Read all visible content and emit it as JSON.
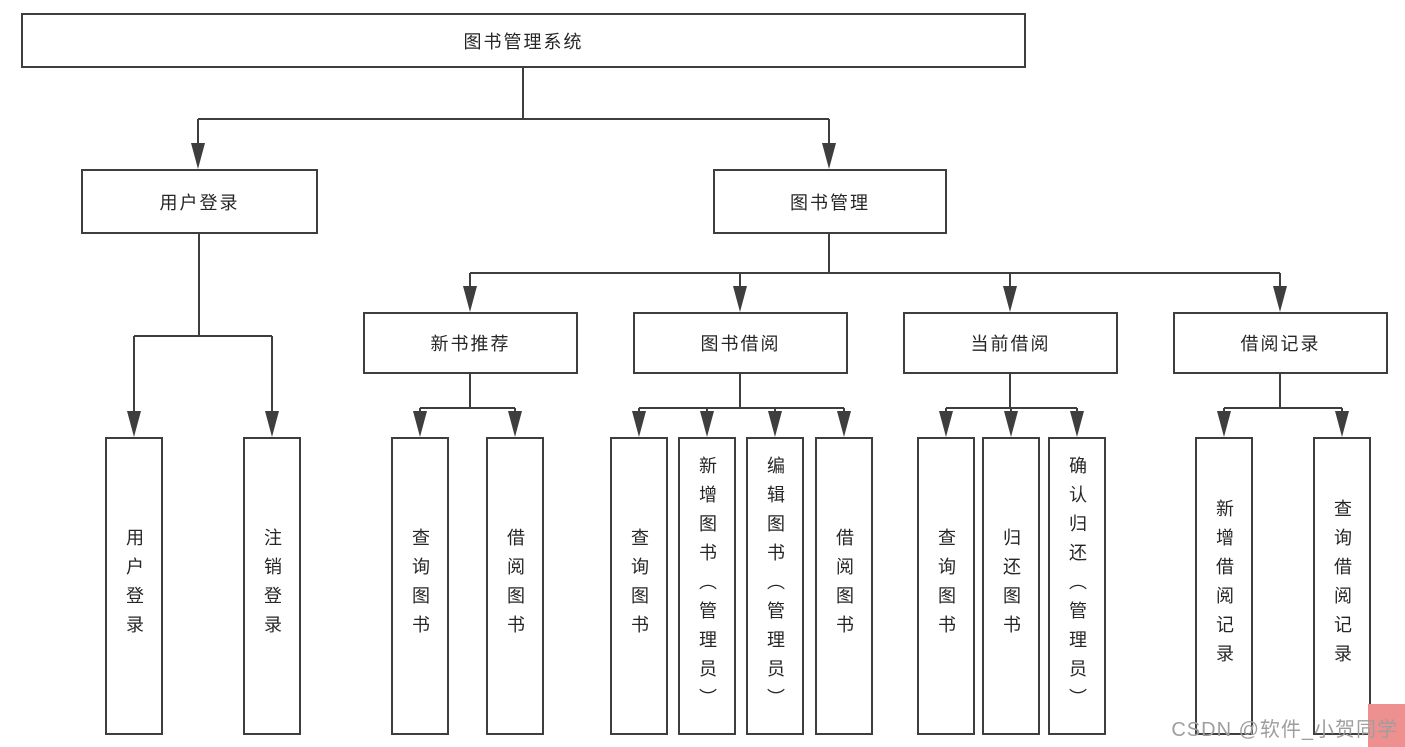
{
  "diagram": {
    "title": "图书管理系统",
    "root": {
      "label": "图书管理系统"
    },
    "branches": [
      {
        "label": "用户登录",
        "children": [
          {
            "label": "用户登录"
          },
          {
            "label": "注销登录"
          }
        ]
      },
      {
        "label": "图书管理",
        "children": [
          {
            "label": "新书推荐",
            "children": [
              {
                "label": "查询图书"
              },
              {
                "label": "借阅图书"
              }
            ]
          },
          {
            "label": "图书借阅",
            "children": [
              {
                "label": "查询图书"
              },
              {
                "label": "新增图书（管理员）"
              },
              {
                "label": "编辑图书（管理员）"
              },
              {
                "label": "借阅图书"
              }
            ]
          },
          {
            "label": "当前借阅",
            "children": [
              {
                "label": "查询图书"
              },
              {
                "label": "归还图书"
              },
              {
                "label": "确认归还（管理员）"
              }
            ]
          },
          {
            "label": "借阅记录",
            "children": [
              {
                "label": "新增借阅记录"
              },
              {
                "label": "查询借阅记录"
              }
            ]
          }
        ]
      }
    ]
  },
  "watermark": {
    "text": "CSDN @软件_小贺同学"
  },
  "colors": {
    "background": "#ffffff",
    "line": "#3e3e3e",
    "box_border": "#3e3e3e",
    "box_bg": "#ffffff",
    "text": "#262626",
    "watermark": "#9e9e9e",
    "watermark_accent": "#ee9090"
  }
}
